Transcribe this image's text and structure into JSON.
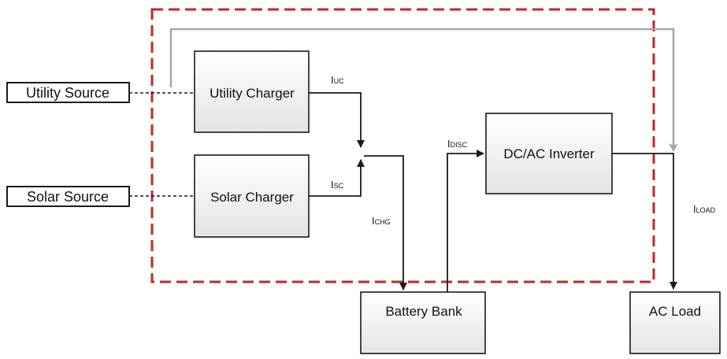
{
  "sources": {
    "utility": "Utility Source",
    "solar": "Solar Source"
  },
  "blocks": {
    "utility_charger": "Utility Charger",
    "solar_charger": "Solar Charger",
    "inverter": "DC/AC Inverter",
    "battery": "Battery Bank",
    "load": "AC Load"
  },
  "currents": {
    "iuc": {
      "main": "I",
      "sub": "UC"
    },
    "isc": {
      "main": "I",
      "sub": "SC"
    },
    "ichg": {
      "main": "I",
      "sub": "CHG"
    },
    "idisc": {
      "main": "I",
      "sub": "DISC"
    },
    "iload": {
      "main": "I",
      "sub": "LOAD"
    }
  },
  "colors": {
    "enclosure": "#c1272d",
    "bypass": "#a6a6a6",
    "wire": "#1a1a1a",
    "box_fill_top": "#ffffff",
    "box_fill_bottom": "#e6e6e6"
  }
}
